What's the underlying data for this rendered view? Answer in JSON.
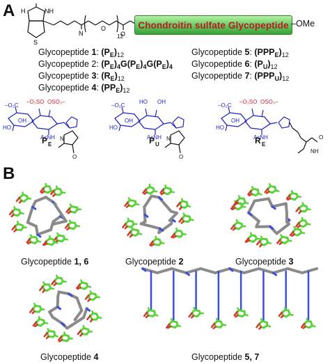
{
  "panel_a": {
    "letter": "A",
    "peg_subscript": "12",
    "bar_text": "Chondroitin sulfate Glycopeptide",
    "terminal": "–OMe",
    "glycopeptides": [
      {
        "prefix": "Glycopeptide ",
        "num": "1",
        "formula": "(P",
        "sub1": "E",
        "tail": ")",
        "sub2": "12"
      },
      {
        "prefix": "Glycopeptide 2: ",
        "num": "",
        "formula": "(P",
        "sub1": "E",
        "tail": ")",
        "sub2": "4"
      },
      {
        "prefix": "Glycopeptide ",
        "num": "3",
        "formula": "(R",
        "sub1": "E",
        "tail": ")",
        "sub2": "12"
      },
      {
        "prefix": "Glycopeptide ",
        "num": "4",
        "formula": "(PP",
        "sub1": "E",
        "tail": ")",
        "sub2": "12"
      },
      {
        "prefix": "Glycopeptide ",
        "num": "5",
        "formula": "(PPP",
        "sub1": "E",
        "tail": ")",
        "sub2": "12"
      },
      {
        "prefix": "Glycopeptide ",
        "num": "6",
        "formula": "(P",
        "sub1": "U",
        "tail": ")",
        "sub2": "12"
      },
      {
        "prefix": "Glycopeptide ",
        "num": "7",
        "formula": "(PPP",
        "sub1": "U",
        "tail": ")",
        "sub2": "12"
      }
    ],
    "gp2_formula": "(P",
    "gp2_parts": [
      "E",
      ")",
      "4",
      "G(P",
      "E",
      ")",
      "4",
      "G(P",
      "E",
      ")",
      "4"
    ],
    "monomers": [
      {
        "main": "P",
        "sub": "E"
      },
      {
        "main": "P",
        "sub": "U"
      },
      {
        "main": "R",
        "sub": "E"
      }
    ],
    "chem_text": {
      "o3so": "–O₃SO",
      "oso3": "OSO₃–",
      "o2c": "–O₂C",
      "acnh": "AcNH",
      "ho": "HO",
      "oh": "OH",
      "o": "O",
      "n": "N",
      "nh": "NH",
      "s": "S",
      "h": "H"
    }
  },
  "panel_b": {
    "letter": "B",
    "captions": [
      {
        "prefix": "Glycopeptide ",
        "nums": "1, 6"
      },
      {
        "prefix": "Glycopeptide ",
        "nums": "2"
      },
      {
        "prefix": "Glycopeptide ",
        "nums": "3"
      },
      {
        "prefix": "Glycopeptide ",
        "nums": "4"
      },
      {
        "prefix": "Glycopeptide ",
        "nums": "5, 7"
      }
    ]
  },
  "colors": {
    "bar_text": "#c2152b",
    "sugar_blue": "#1f23c8",
    "sulfate_red": "#d41d2c",
    "carbon_green": "#5ad23a",
    "backbone_gray": "#8a8a8a",
    "nitrogen_blue": "#3a4fe0",
    "oxygen_red": "#d6362b"
  }
}
